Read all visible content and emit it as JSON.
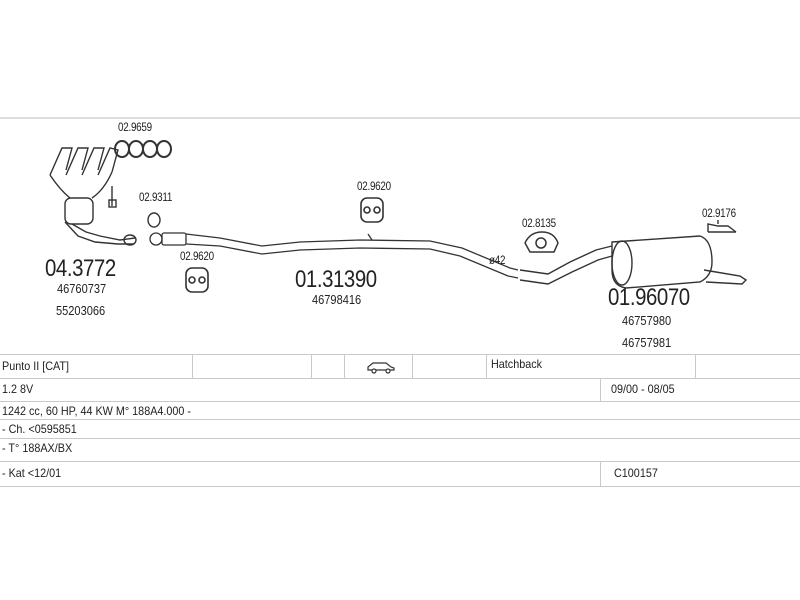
{
  "parts": {
    "manifold": {
      "code": "04.3772",
      "oem1": "46760737",
      "oem2": "55203066"
    },
    "gasket_set": {
      "code": "02.9659"
    },
    "ring_gasket": {
      "code": "02.9311"
    },
    "front_clamp": {
      "code": "02.9620"
    },
    "mid_pipe": {
      "code": "01.31390",
      "oem1": "46798416"
    },
    "mid_hanger": {
      "code": "02.9620"
    },
    "pipe_diameter": {
      "label": "ø42"
    },
    "rear_clamp": {
      "code": "02.8135"
    },
    "rear_hanger": {
      "code": "02.9176"
    },
    "rear_muffler": {
      "code": "01.96070",
      "oem1": "46757980",
      "oem2": "46757981"
    }
  },
  "vehicle": {
    "model": "Punto II  [CAT]",
    "body_type": "Hatchback",
    "car_icon": "car-icon",
    "engine": "1.2  8V",
    "years": "09/00 - 08/05",
    "spec": "1242 cc, 60 HP, 44 KW  M° 188A4.000 -",
    "chassis": "- Ch. <0595851",
    "type": "- T° 188AX/BX",
    "kat": "- Kat  <12/01",
    "catalog_code": "C100157"
  }
}
